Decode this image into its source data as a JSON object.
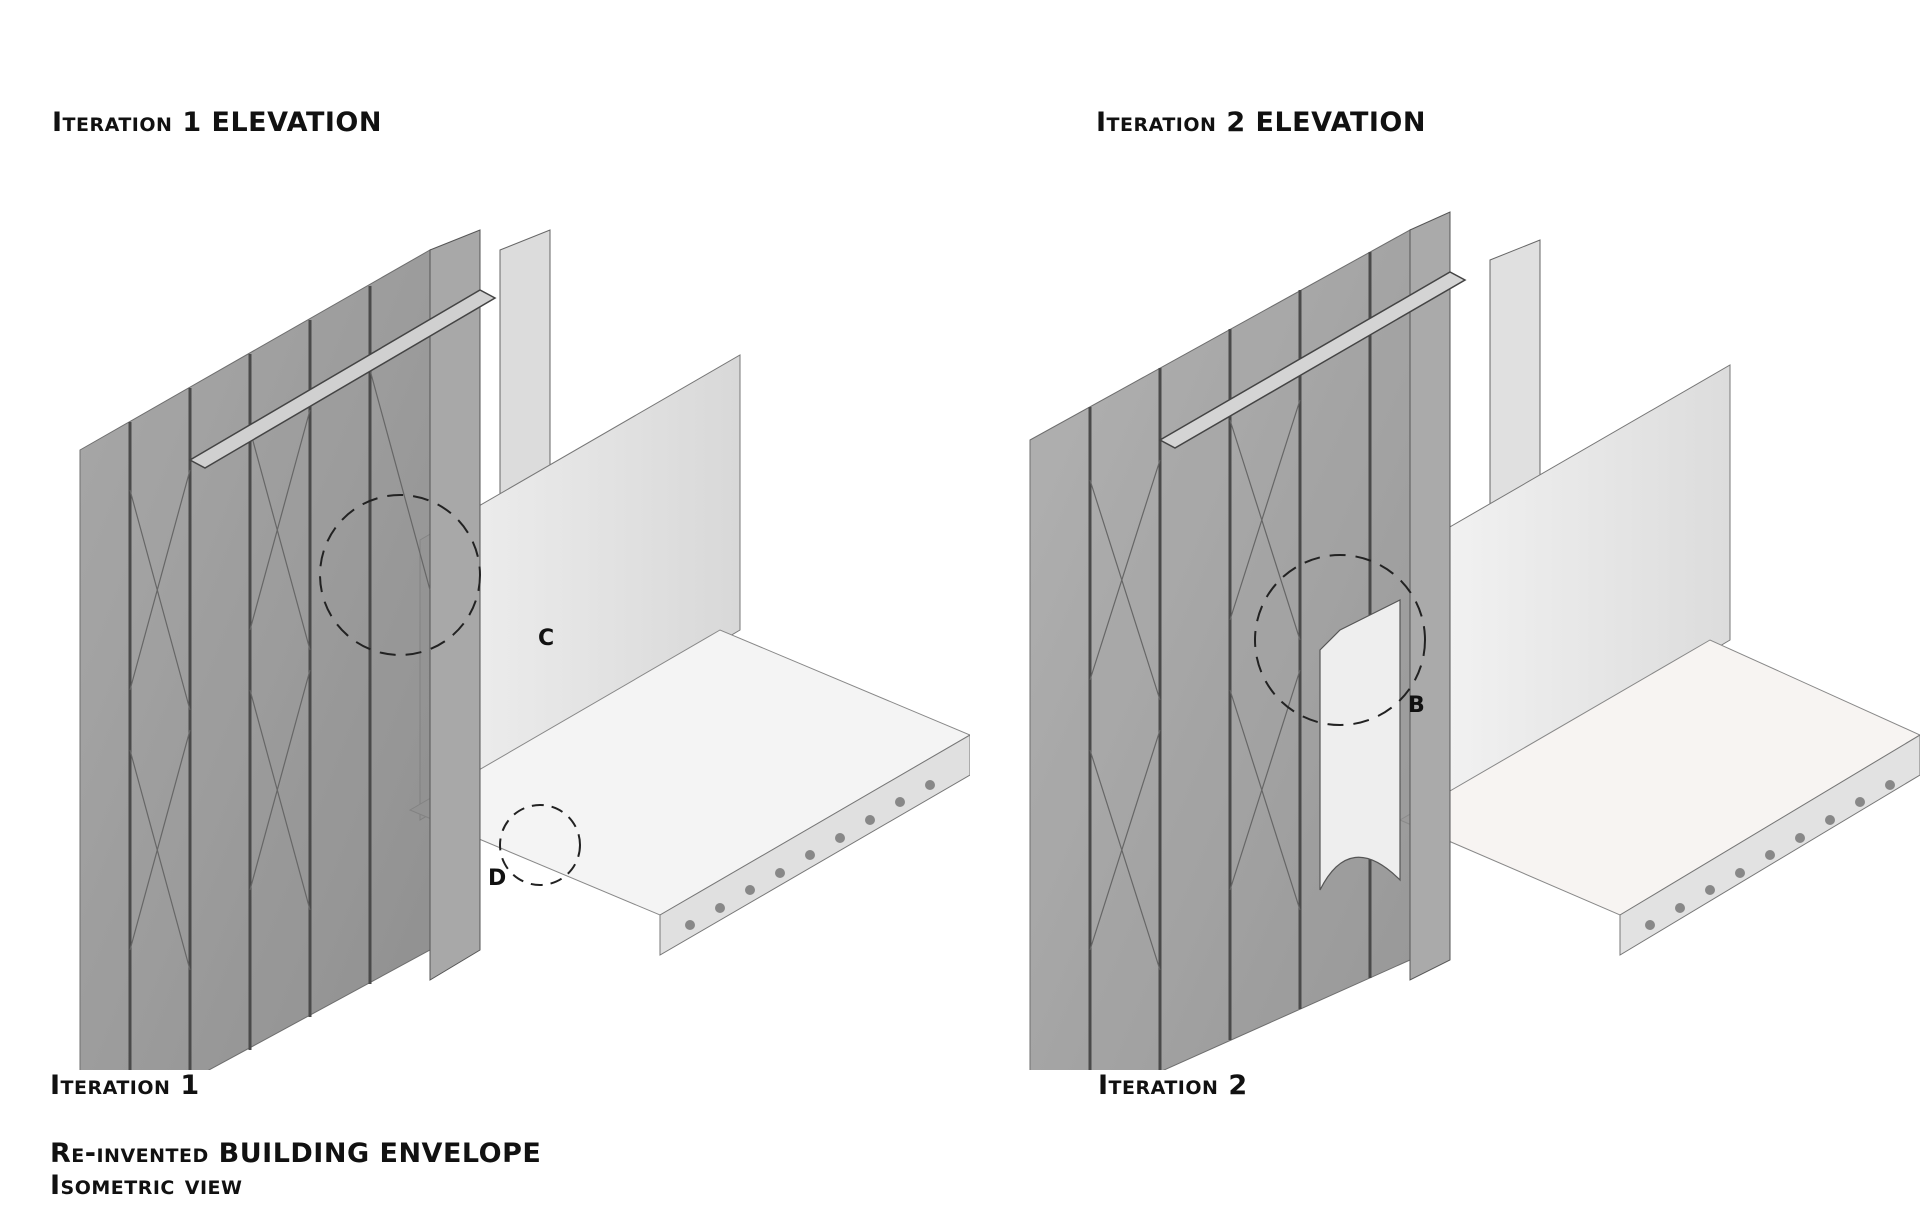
{
  "titles": {
    "iteration1_elevation": "Iteration 1 ELEVATION",
    "iteration2_elevation": "Iteration 2 ELEVATION",
    "iteration1": "Iteration 1",
    "iteration2": "Iteration 2",
    "main": "Re-invented BUILDING ENVELOPE",
    "subtitle": "Isometric view"
  },
  "callouts": {
    "iteration1": [
      "C",
      "D"
    ],
    "iteration2": [
      "B"
    ]
  },
  "colors": {
    "facade_dark": "#8a8a8a",
    "facade_mid": "#b5b5b5",
    "wall_light": "#e6e6e6",
    "slab_light": "#f3f3f3",
    "line": "#555555"
  }
}
